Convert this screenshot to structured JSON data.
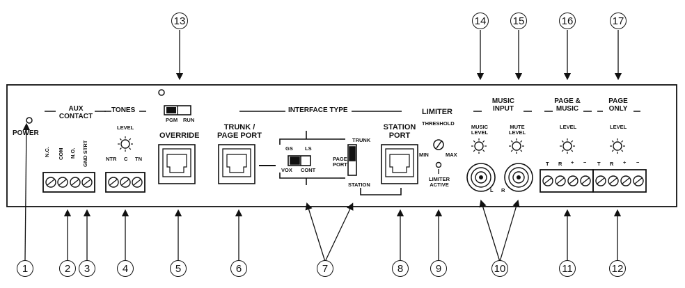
{
  "panel": {
    "power": "POWER",
    "aux_contact": "AUX\nCONTACT",
    "aux_terms": [
      "N.C.",
      "COM",
      "N.O.",
      "GND STRT"
    ],
    "tones": "TONES",
    "tones_level": "LEVEL",
    "tones_terms": [
      "NTR",
      "C",
      "TN"
    ],
    "pgm": "PGM",
    "run": "RUN",
    "override": "OVERRIDE",
    "interface_type": "INTERFACE TYPE",
    "trunk_page_port": "TRUNK /\nPAGE PORT",
    "gs": "GS",
    "ls": "LS",
    "trunk": "TRUNK",
    "vox": "VOX",
    "cont": "CONT",
    "page_port_small": "PAGE\nPORT",
    "station_small": "STATION",
    "station_port": "STATION\nPORT",
    "limiter": "LIMITER",
    "threshold": "THRESHOLD",
    "min": "MIN",
    "max": "MAX",
    "limiter_active": "LIMITER\nACTIVE",
    "music_input": "MUSIC\nINPUT",
    "music_level": "MUSIC\nLEVEL",
    "mute_level": "MUTE\nLEVEL",
    "left": "L",
    "right": "R",
    "page_music": "PAGE &\nMUSIC",
    "page_music_level": "LEVEL",
    "page_music_terms": [
      "T",
      "R",
      "+",
      "−"
    ],
    "page_only": "PAGE\nONLY",
    "page_only_level": "LEVEL",
    "page_only_terms": [
      "T",
      "R",
      "+",
      "−"
    ]
  },
  "callouts": [
    "1",
    "2",
    "3",
    "4",
    "5",
    "6",
    "7",
    "8",
    "9",
    "10",
    "11",
    "12",
    "13",
    "14",
    "15",
    "16",
    "17"
  ]
}
